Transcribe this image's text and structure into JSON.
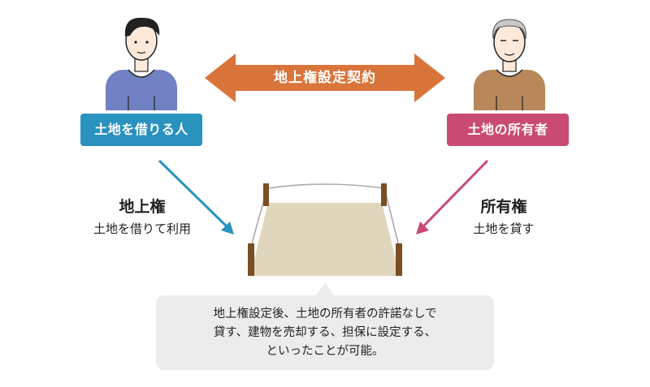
{
  "contract": {
    "label": "地上権設定契約",
    "color": "#d9743a"
  },
  "left_party": {
    "role": "土地を借りる人",
    "badge_color": "#2a92bf",
    "right_title": "地上権",
    "right_desc": "土地を借りて利用"
  },
  "right_party": {
    "role": "土地の所有者",
    "badge_color": "#c94b72",
    "right_title": "所有権",
    "right_desc": "土地を貸す"
  },
  "note": {
    "text": "地上権設定後、土地の所有者の許諾なしで\n貸す、建物を売却する、担保に設定する、\nといったことが可能。"
  },
  "icons": [
    "young-man-icon",
    "elderly-man-icon",
    "land-plot-icon",
    "double-arrow-icon"
  ]
}
